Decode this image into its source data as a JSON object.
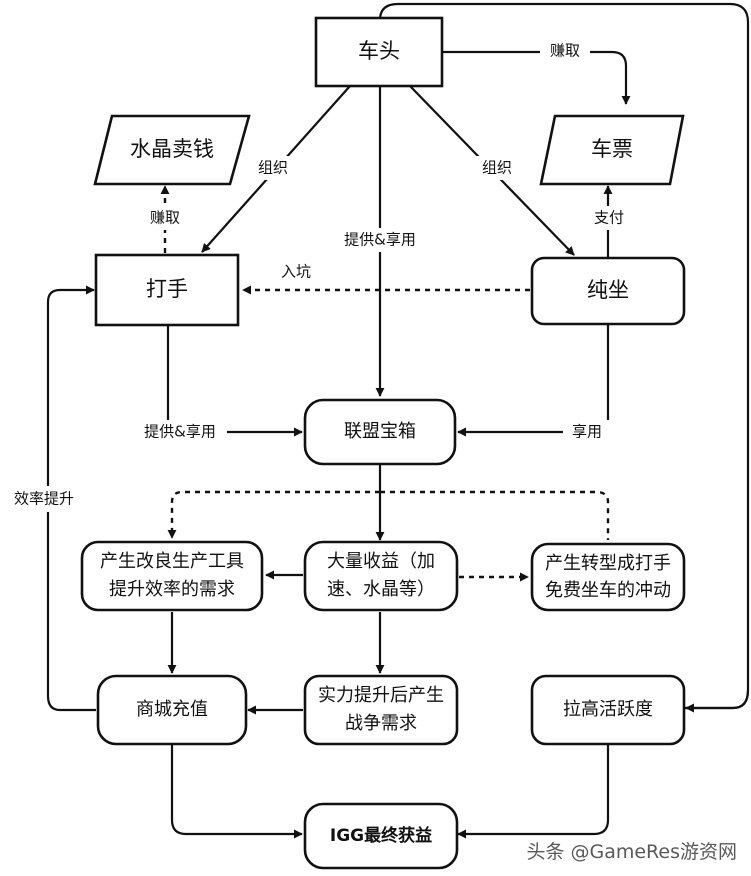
{
  "nodes": {
    "chetou": "车头",
    "shuijing_maiqian": "水晶卖钱",
    "chepiao": "车票",
    "dashou": "打手",
    "chunzuo": "纯坐",
    "lianmeng_baoxiang": "联盟宝箱",
    "chansheng_gailiang_line1": "产生改良生产工具",
    "chansheng_gailiang_line2": "提升效率的需求",
    "daliang_shouyi_line1": "大量收益（加",
    "daliang_shouyi_line2": "速、水晶等）",
    "chansheng_zhuanxing_line1": "产生转型成打手",
    "chansheng_zhuanxing_line2": "免费坐车的冲动",
    "shangcheng_chongzhi": "商城充值",
    "shili_tisheng_line1": "实力提升后产生",
    "shili_tisheng_line2": "战争需求",
    "lagao_huoyuedu": "拉高活跃度",
    "igg_shouyi": "IGG最终获益"
  },
  "edge_labels": {
    "zhuanqu_top": "赚取",
    "zuzhi_left": "组织",
    "zuzhi_right": "组织",
    "tigong_xiangyong_center": "提供&享用",
    "zhuanqu_left": "赚取",
    "zhifu": "支付",
    "rukeng": "入坑",
    "tigong_xiangyong_left": "提供&享用",
    "xiangyong_right": "享用",
    "xiaolv_tisheng": "效率提升"
  },
  "watermark": "头条 @GameRes游资网"
}
